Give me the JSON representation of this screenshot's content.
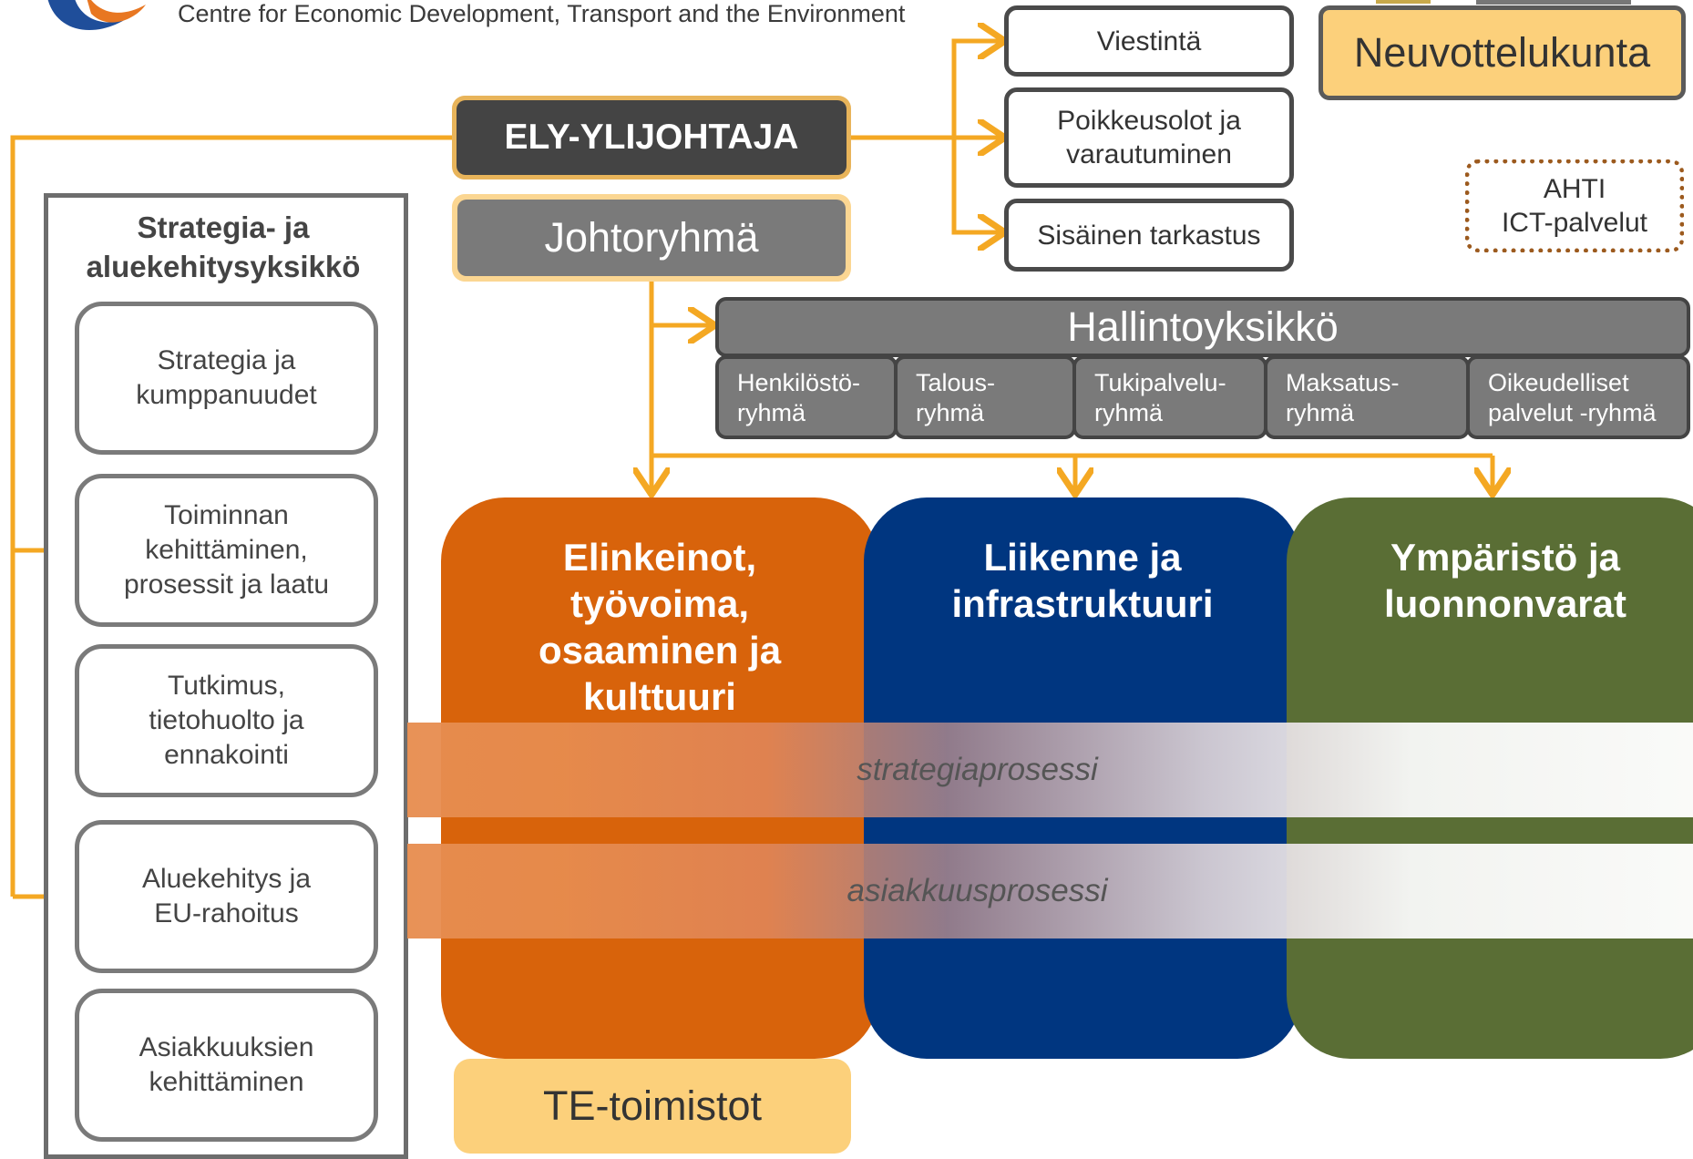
{
  "header": {
    "tagline": "Centre for Economic Development, Transport and the Environment"
  },
  "colors": {
    "arrow": "#f4a823",
    "orange": "#d8630b",
    "blue": "#003680",
    "green": "#5a6e35",
    "highlight": "#fcd07b"
  },
  "top_right": {
    "viestinta": "Viestintä",
    "poikkeus": [
      "Poikkeusolot ja",
      "varautuminen"
    ],
    "sisainen": "Sisäinen tarkastus",
    "neuvottelukunta": "Neuvottelukunta",
    "ahti": [
      "AHTI",
      "ICT-palvelut"
    ]
  },
  "center": {
    "ely": "ELY-YLIJOHTAJA",
    "johtoryhma": "Johtoryhmä",
    "hallinto": "Hallintoyksikkö",
    "groups": [
      {
        "l1": "Henkilöstö-",
        "l2": "ryhmä"
      },
      {
        "l1": "Talous-",
        "l2": "ryhmä"
      },
      {
        "l1": "Tukipalvelu-",
        "l2": "ryhmä"
      },
      {
        "l1": "Maksatus-",
        "l2": "ryhmä"
      },
      {
        "l1": "Oikeudelliset",
        "l2": "palvelut -ryhmä"
      }
    ]
  },
  "left": {
    "title": [
      "Strategia- ja",
      "aluekehitysyksikkö"
    ],
    "boxes": [
      [
        "Strategia ja",
        "kumppanuudet"
      ],
      [
        "Toiminnan",
        "kehittäminen,",
        "prosessit ja laatu"
      ],
      [
        "Tutkimus,",
        "tietohuolto ja",
        "ennakointi"
      ],
      [
        "Aluekehitys ja",
        "EU-rahoitus"
      ],
      [
        "Asiakkuuksien",
        "kehittäminen"
      ]
    ]
  },
  "columns": [
    {
      "lines": [
        "Elinkeinot,",
        "työvoima,",
        "osaaminen ja",
        "kulttuuri"
      ]
    },
    {
      "lines": [
        "Liikenne ja",
        "infrastruktuuri"
      ]
    },
    {
      "lines": [
        "Ympäristö ja",
        "luonnonvarat"
      ]
    }
  ],
  "bands": {
    "strategia": "strategiaprosessi",
    "asiakkuus": "asiakkuusprosessi"
  },
  "te": "TE-toimistot"
}
